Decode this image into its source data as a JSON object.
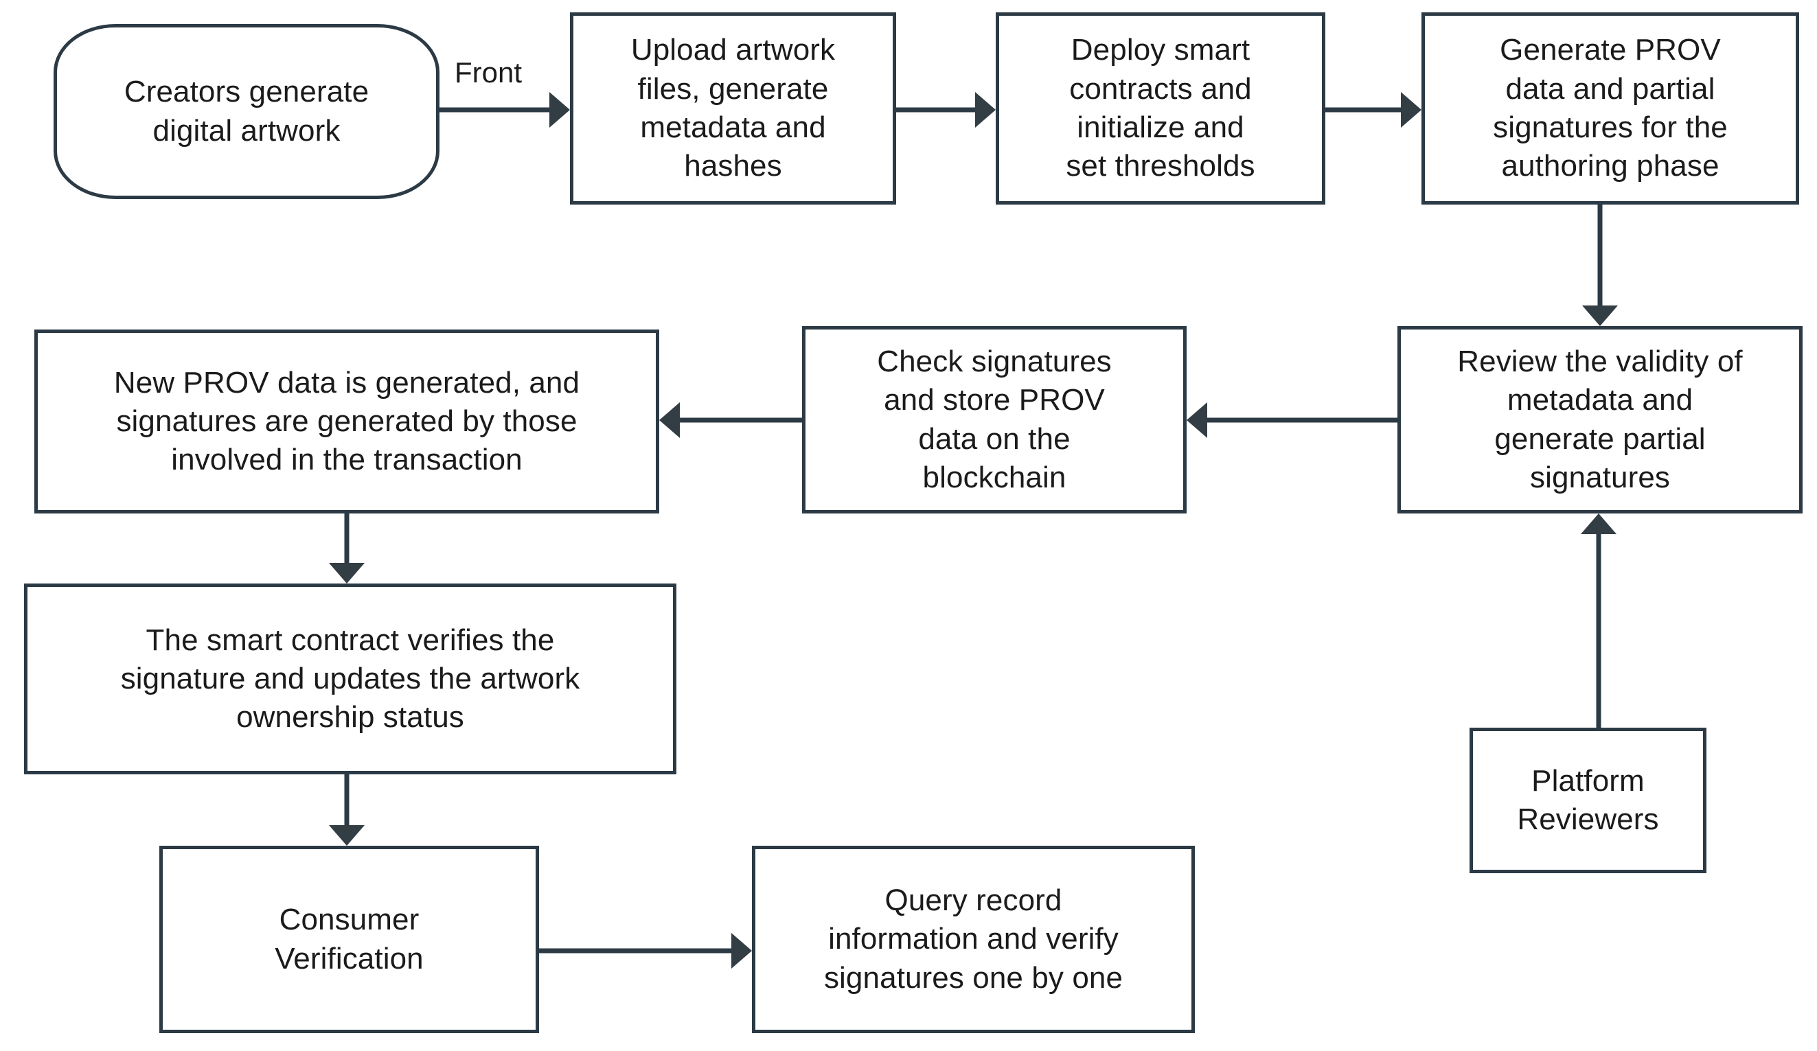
{
  "diagram": {
    "title": "Artwork provenance blockchain workflow flowchart",
    "colors": {
      "border": "#2b3a45",
      "arrow": "#333d44",
      "text": "#1b1b1b",
      "background": "#ffffff"
    },
    "nodes": [
      {
        "id": "creators",
        "shape": "rounded-rectangle",
        "label": "Creators generate\ndigital artwork"
      },
      {
        "id": "upload",
        "shape": "rectangle",
        "label": "Upload artwork\nfiles, generate\nmetadata and\nhashes"
      },
      {
        "id": "deploy",
        "shape": "rectangle",
        "label": "Deploy smart\ncontracts and\ninitialize and\nset thresholds"
      },
      {
        "id": "generate-prov",
        "shape": "rectangle",
        "label": "Generate PROV\ndata and partial\nsignatures for the\nauthoring phase"
      },
      {
        "id": "review",
        "shape": "rectangle",
        "label": "Review the validity of\nmetadata and\ngenerate partial\nsignatures"
      },
      {
        "id": "check-store",
        "shape": "rectangle",
        "label": "Check signatures\nand store PROV\ndata on the\nblockchain"
      },
      {
        "id": "new-prov",
        "shape": "rectangle",
        "label": "New PROV data is generated, and\nsignatures are generated by those\ninvolved in the transaction"
      },
      {
        "id": "smart-contract",
        "shape": "rectangle",
        "label": "The smart contract verifies the\nsignature and updates the artwork\nownership status"
      },
      {
        "id": "platform-reviewers",
        "shape": "rectangle",
        "label": "Platform\nReviewers"
      },
      {
        "id": "consumer-verification",
        "shape": "rectangle",
        "label": "Consumer\nVerification"
      },
      {
        "id": "query-record",
        "shape": "rectangle",
        "label": "Query record\ninformation and verify\nsignatures one by one"
      }
    ],
    "edges": [
      {
        "id": "e1",
        "from": "creators",
        "to": "upload",
        "label": "Front",
        "direction": "right"
      },
      {
        "id": "e2",
        "from": "upload",
        "to": "deploy",
        "label": "",
        "direction": "right"
      },
      {
        "id": "e3",
        "from": "deploy",
        "to": "generate-prov",
        "label": "",
        "direction": "right"
      },
      {
        "id": "e4",
        "from": "generate-prov",
        "to": "review",
        "label": "",
        "direction": "down"
      },
      {
        "id": "e5",
        "from": "review",
        "to": "check-store",
        "label": "",
        "direction": "left"
      },
      {
        "id": "e6",
        "from": "check-store",
        "to": "new-prov",
        "label": "",
        "direction": "left"
      },
      {
        "id": "e7",
        "from": "new-prov",
        "to": "smart-contract",
        "label": "",
        "direction": "down"
      },
      {
        "id": "e8",
        "from": "smart-contract",
        "to": "consumer-verification",
        "label": "",
        "direction": "down"
      },
      {
        "id": "e9",
        "from": "consumer-verification",
        "to": "query-record",
        "label": "",
        "direction": "right"
      },
      {
        "id": "e10",
        "from": "platform-reviewers",
        "to": "review",
        "label": "",
        "direction": "up"
      }
    ]
  }
}
